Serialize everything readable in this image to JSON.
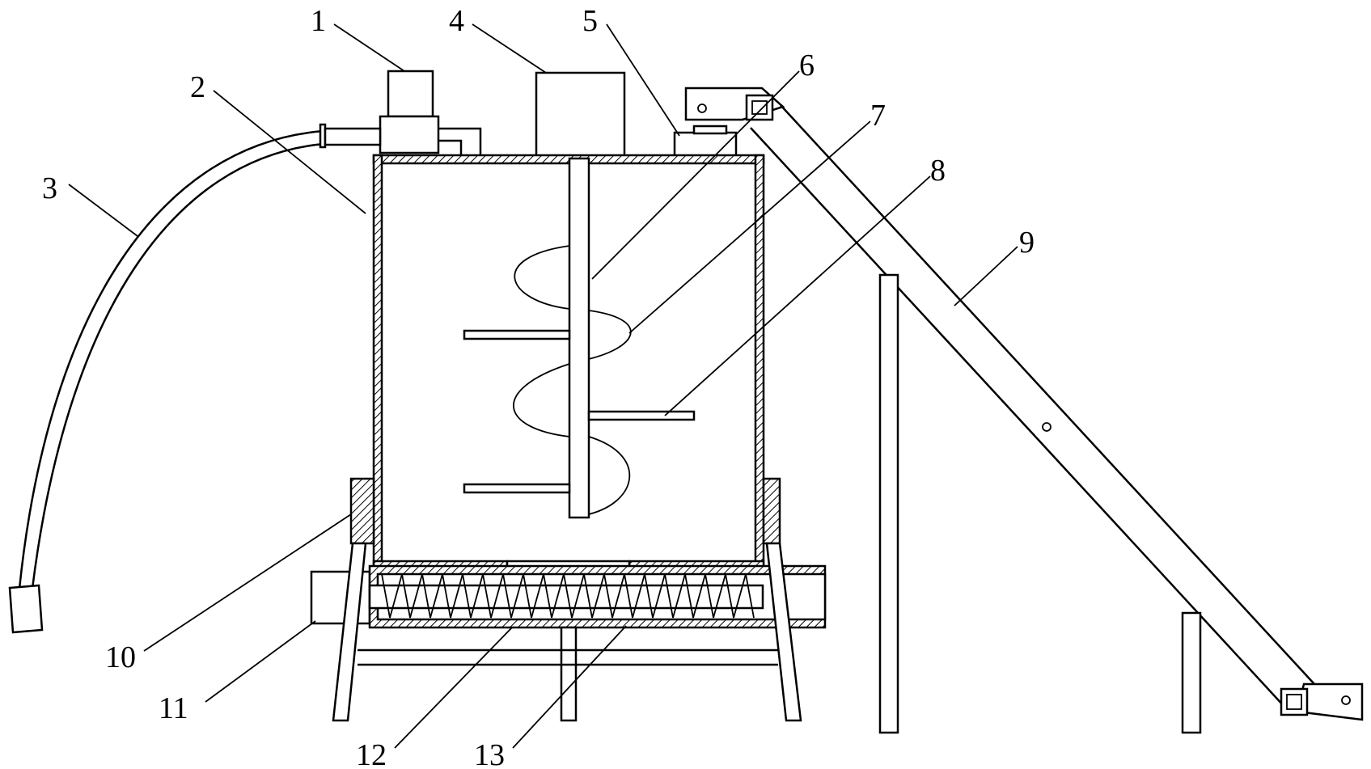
{
  "figure": {
    "labels": [
      "1",
      "2",
      "3",
      "4",
      "5",
      "6",
      "7",
      "8",
      "9",
      "10",
      "11",
      "12",
      "13"
    ]
  }
}
